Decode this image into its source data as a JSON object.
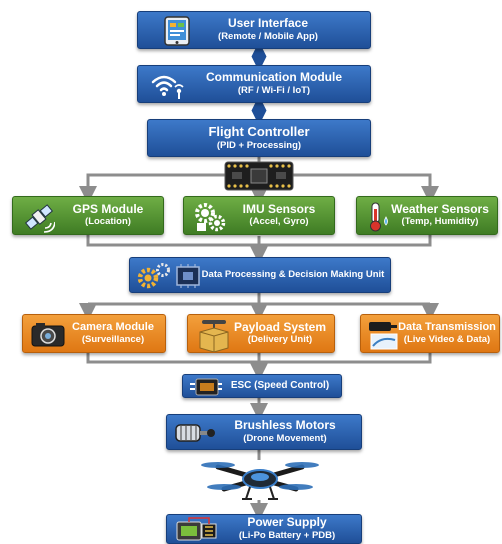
{
  "nodes": {
    "user_interface": {
      "title": "User Interface",
      "sub": "(Remote / Mobile App)"
    },
    "communication": {
      "title": "Communication Module",
      "sub": "(RF / Wi-Fi / IoT)"
    },
    "flight_controller": {
      "title": "Flight Controller",
      "sub": "(PID + Processing)"
    },
    "gps": {
      "title": "GPS Module",
      "sub": "(Location)"
    },
    "imu": {
      "title": "IMU Sensors",
      "sub": "(Accel, Gyro)"
    },
    "weather": {
      "title": "Weather Sensors",
      "sub": "(Temp, Humidity)"
    },
    "processing": {
      "title": "Data Processing & Decision Making Unit"
    },
    "camera": {
      "title": "Camera Module",
      "sub": "(Surveillance)"
    },
    "payload": {
      "title": "Payload System",
      "sub": "(Delivery Unit)"
    },
    "transmission": {
      "title": "Data Transmission",
      "sub": "(Live Video & Data)"
    },
    "esc": {
      "title": "ESC (Speed Control)"
    },
    "motors": {
      "title": "Brushless Motors",
      "sub": "(Drone Movement)"
    },
    "power": {
      "title": "Power Supply",
      "sub": "(Li-Po Battery + PDB)"
    }
  },
  "colors": {
    "blue": "#2b62b0",
    "green": "#57962f",
    "orange": "#ea8a22",
    "connector": "#8d8d8d",
    "arrow": "#1f4f98"
  },
  "icons": [
    "tablet-icon",
    "wifi-icon",
    "circuit-board-icon",
    "satellite-icon",
    "gears-icon",
    "thermometer-icon",
    "gear-chip-icon",
    "camera-icon",
    "package-icon",
    "transmitter-icon",
    "speed-controller-icon",
    "motor-icon",
    "drone-icon",
    "battery-icon"
  ]
}
